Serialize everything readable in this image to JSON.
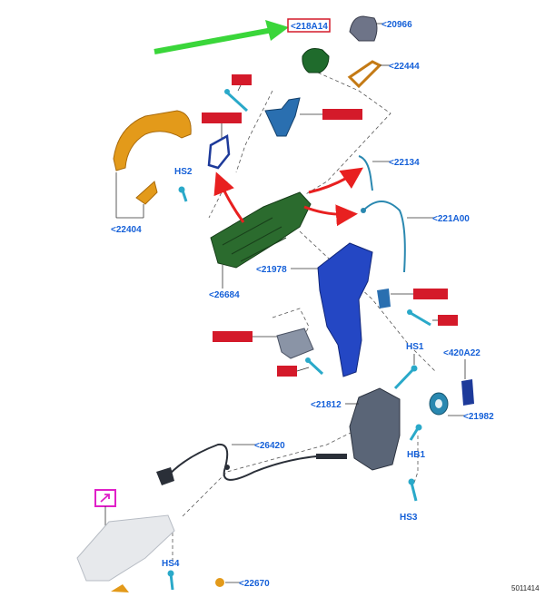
{
  "labels": {
    "p218A14": "<218A14",
    "p20966": "<20966",
    "p22444": "<22444",
    "p22134": "<22134",
    "p221A00": "<221A00",
    "p22404": "<22404",
    "p26684": "<26684",
    "p21978": "<21978",
    "p21812": "<21812",
    "p21982": "<21982",
    "p420A22": "<420A22",
    "p26420": "<26420",
    "p22670": "<22670",
    "hs1": "HS1",
    "hs2": "HS2",
    "hs3": "HS3",
    "hs4": "HS4",
    "hb1": "HB1"
  },
  "footer": "5011414",
  "colors": {
    "label": "#1560d8",
    "highlight_box": "#d41a2a",
    "pointer_arrow": "#3ad63a",
    "motion_arrow": "#e82020",
    "reference_tag": "#e020c8"
  },
  "icons": {
    "reference_tag": "arrow-out-icon"
  }
}
